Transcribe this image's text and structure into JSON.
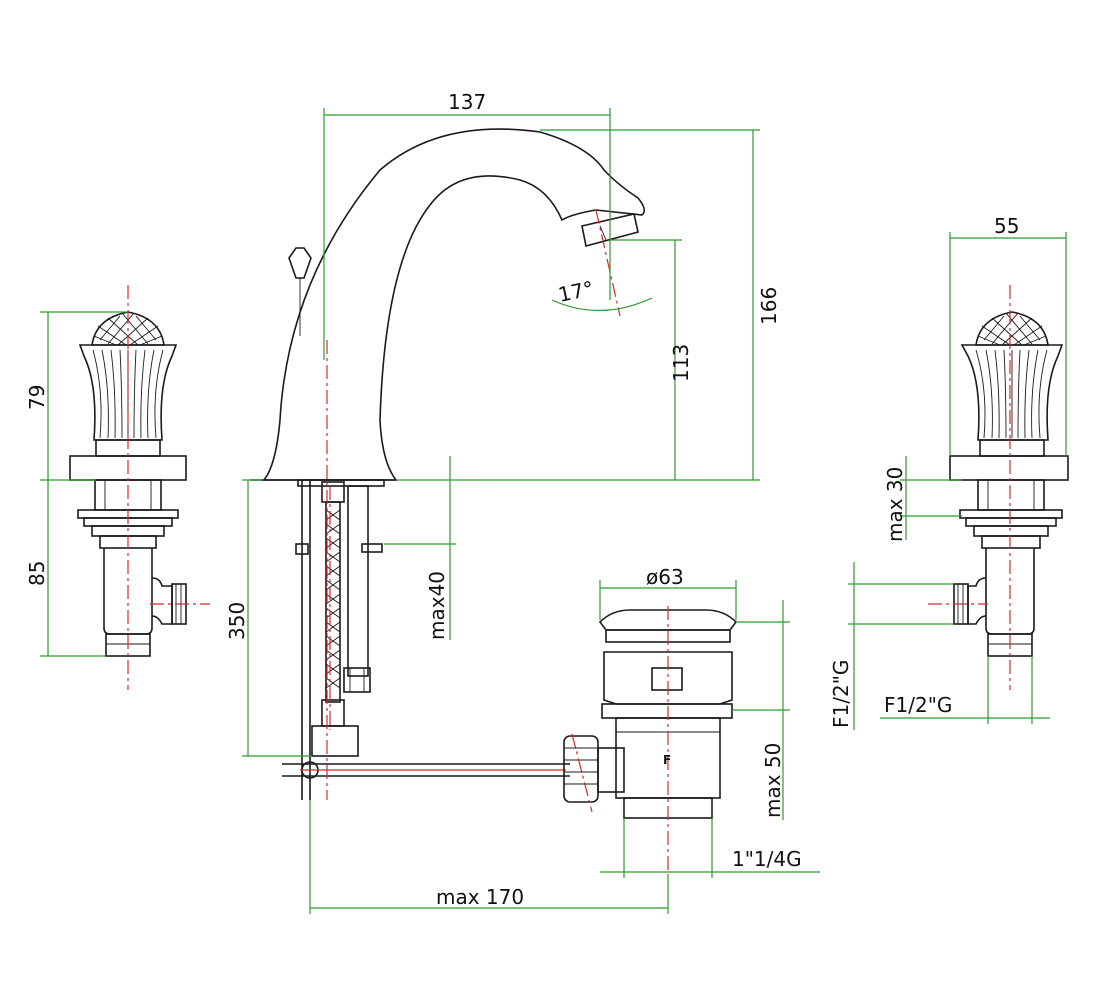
{
  "dimensions": {
    "spout_reach": "137",
    "spout_height": "166",
    "outlet_height": "113",
    "outlet_angle": "17°",
    "handle_width": "55",
    "handle_height": "79",
    "valve_height": "85",
    "hose_length": "350",
    "max_deck_left": "max40",
    "max_deck_right": "max 30",
    "waste_diameter": "ø63",
    "waste_max_deck": "max 50",
    "waste_thread": "1\"1/4G",
    "inlet_thread_vertical": "F1/2\"G",
    "inlet_thread_horizontal": "F1/2\"G",
    "max_spread": "max 170"
  },
  "marks": {
    "waste_letter": "F"
  }
}
